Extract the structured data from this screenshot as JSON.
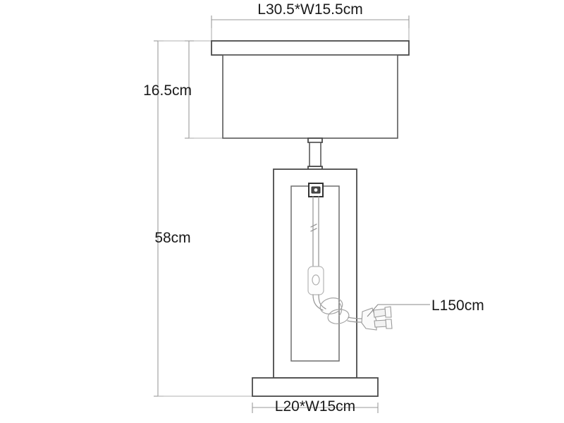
{
  "drawing": {
    "title": "Table lamp dimension drawing",
    "units": "cm",
    "line_color": "#5a5a5a",
    "dimension_color": "#9a9a9a",
    "text_color": "#1a1a1a",
    "background": "#ffffff"
  },
  "dimensions": {
    "shade_width": {
      "label": "L30.5*W15.5cm",
      "position": "top",
      "value_length": 30.5,
      "value_width": 15.5
    },
    "shade_height": {
      "label": "16.5cm",
      "position": "left-upper",
      "value": 16.5
    },
    "total_height": {
      "label": "58cm",
      "position": "left-full",
      "value": 58
    },
    "base_width": {
      "label": "L20*W15cm",
      "position": "bottom",
      "value_length": 20,
      "value_width": 15
    },
    "cord_length": {
      "label": "L150cm",
      "position": "right-leader",
      "value": 150
    }
  },
  "parts": {
    "shade_cap": "lamp-shade-top-cap",
    "shade_body": "lamp-shade-body",
    "neck": "lamp-neck-stem",
    "outer_frame": "lamp-body-outer-frame",
    "inner_frame": "lamp-body-inner-panel",
    "socket": "bulb-socket",
    "cord": "power-cord",
    "switch": "inline-switch",
    "plug": "power-plug",
    "base": "lamp-base"
  }
}
